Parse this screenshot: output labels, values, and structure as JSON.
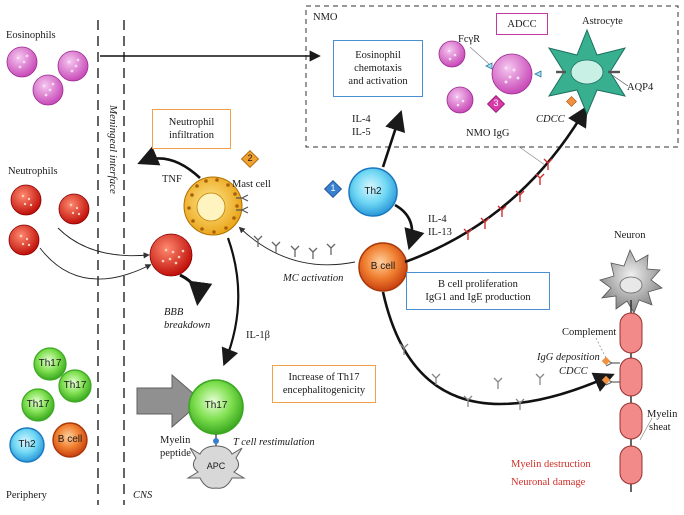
{
  "labels": {
    "eosinophils": "Eosinophils",
    "neutrophils": "Neutrophils",
    "periphery": "Periphery",
    "cns": "CNS",
    "meningeal": "Meningeal interface",
    "nmo": "NMO",
    "adcc": "ADCC",
    "fcgr": "FcγR",
    "astrocyte": "Astrocyte",
    "aqp4": "AQP4",
    "cdcc_top": "CDCC",
    "nmo_igg": "NMO IgG",
    "eos_chemo_1": "Eosinophil",
    "eos_chemo_2": "chemotaxis",
    "eos_chemo_3": "and activation",
    "il4_top": "IL-4",
    "il5": "IL-5",
    "neutro_infil_1": "Neutrophil",
    "neutro_infil_2": "infiltration",
    "tnf": "TNF",
    "mast_cell": "Mast cell",
    "num1": "1",
    "num2": "2",
    "num3": "3",
    "th2": "Th2",
    "il4_mid": "IL-4",
    "il13": "IL-13",
    "b_cell": "B cell",
    "mc_activation": "MC activation",
    "bbb_1": "BBB",
    "bbb_2": "breakdown",
    "il1b": "IL-1β",
    "bprolif_1": "B cell proliferation",
    "bprolif_2": "IgG1 and IgE production",
    "th17_incr_1": "Increase of Th17",
    "th17_incr_2": "encephalitogenicity",
    "th17": "Th17",
    "b_cell_small": "B cell",
    "th2_small": "Th2",
    "myelin_peptide_1": "Myelin",
    "myelin_peptide_2": "peptide",
    "t_restim": "T cell restimulation",
    "apc": "APC",
    "neuron": "Neuron",
    "complement": "Complement",
    "igg_dep": "IgG deposition",
    "cdcc_bottom": "CDCC",
    "myelin_sheat_1": "Myelin",
    "myelin_sheat_2": "sheat",
    "myelin_destruction": "Myelin destruction",
    "neuronal_damage": "Neuronal damage"
  },
  "colors": {
    "eosinophil": "#e070d0",
    "neutrophil": "#e02a20",
    "mast": "#f5c020",
    "th2": "#40b8e8",
    "bcell": "#e86018",
    "th17": "#58d030",
    "astrocyte": "#30a888",
    "myelin": "#f08080",
    "blue_box": "#4a90d0",
    "orange_box": "#f0a04b",
    "red_text": "#d0302a"
  }
}
